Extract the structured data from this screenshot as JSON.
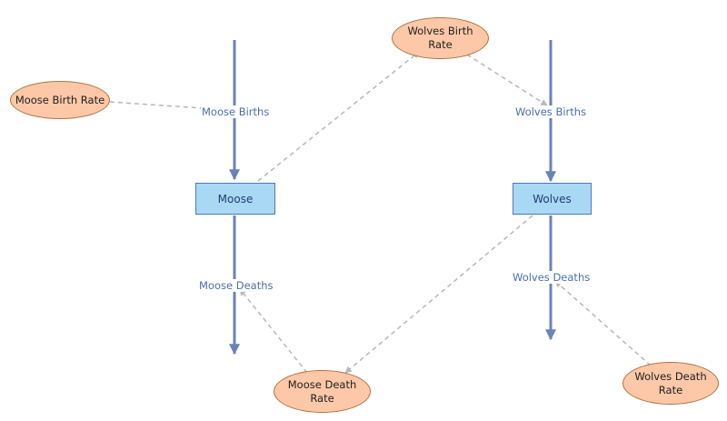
{
  "diagram": {
    "stocks": {
      "moose": "Moose",
      "wolves": "Wolves"
    },
    "flows": {
      "moose_births": "Moose Births",
      "moose_deaths": "Moose Deaths",
      "wolves_births": "Wolves Births",
      "wolves_deaths": "Wolves Deaths"
    },
    "parameters": {
      "moose_birth_rate": "Moose Birth Rate",
      "moose_death_rate_line1": "Moose Death",
      "moose_death_rate_line2": "Rate",
      "wolves_birth_rate_line1": "Wolves Birth",
      "wolves_birth_rate_line2": "Rate",
      "wolves_death_rate_line1": "Wolves Death",
      "wolves_death_rate_line2": "Rate"
    },
    "colors": {
      "flow_pipe": "#6983b6",
      "link_dashed": "#b8b8b8",
      "stock_fill": "#a9d8f5",
      "stock_border": "#4c78b8",
      "param_fill": "#fcc8a8",
      "param_border": "#b0743e",
      "flow_label": "#4d6faa"
    }
  }
}
